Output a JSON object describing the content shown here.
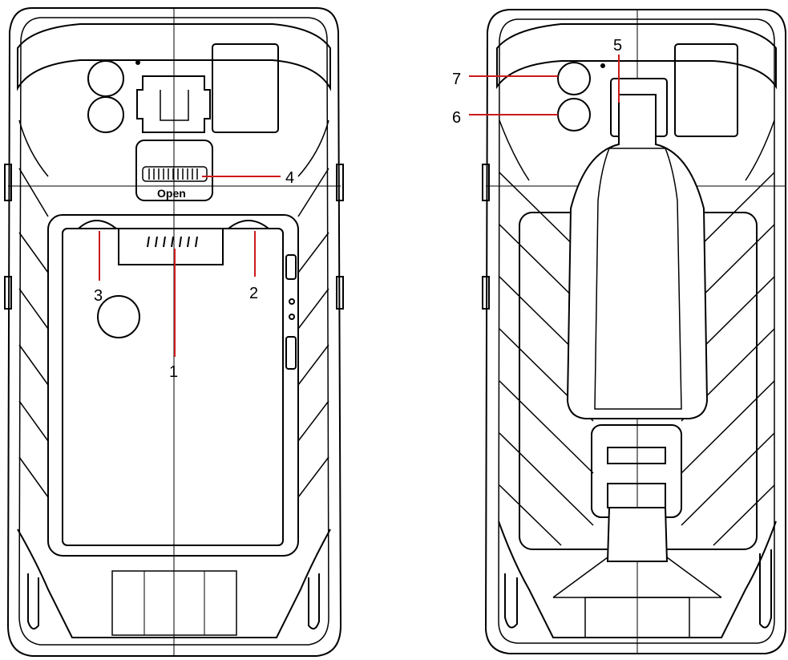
{
  "diagram": {
    "colors": {
      "line": "#000000",
      "leader": "#cc1a1a",
      "fill": "#ffffff"
    },
    "latch_text": "Open",
    "callouts": [
      {
        "id": "1",
        "text": "1"
      },
      {
        "id": "2",
        "text": "2"
      },
      {
        "id": "3",
        "text": "3"
      },
      {
        "id": "4",
        "text": "4"
      },
      {
        "id": "5",
        "text": "5"
      },
      {
        "id": "6",
        "text": "6"
      },
      {
        "id": "7",
        "text": "7"
      }
    ]
  }
}
